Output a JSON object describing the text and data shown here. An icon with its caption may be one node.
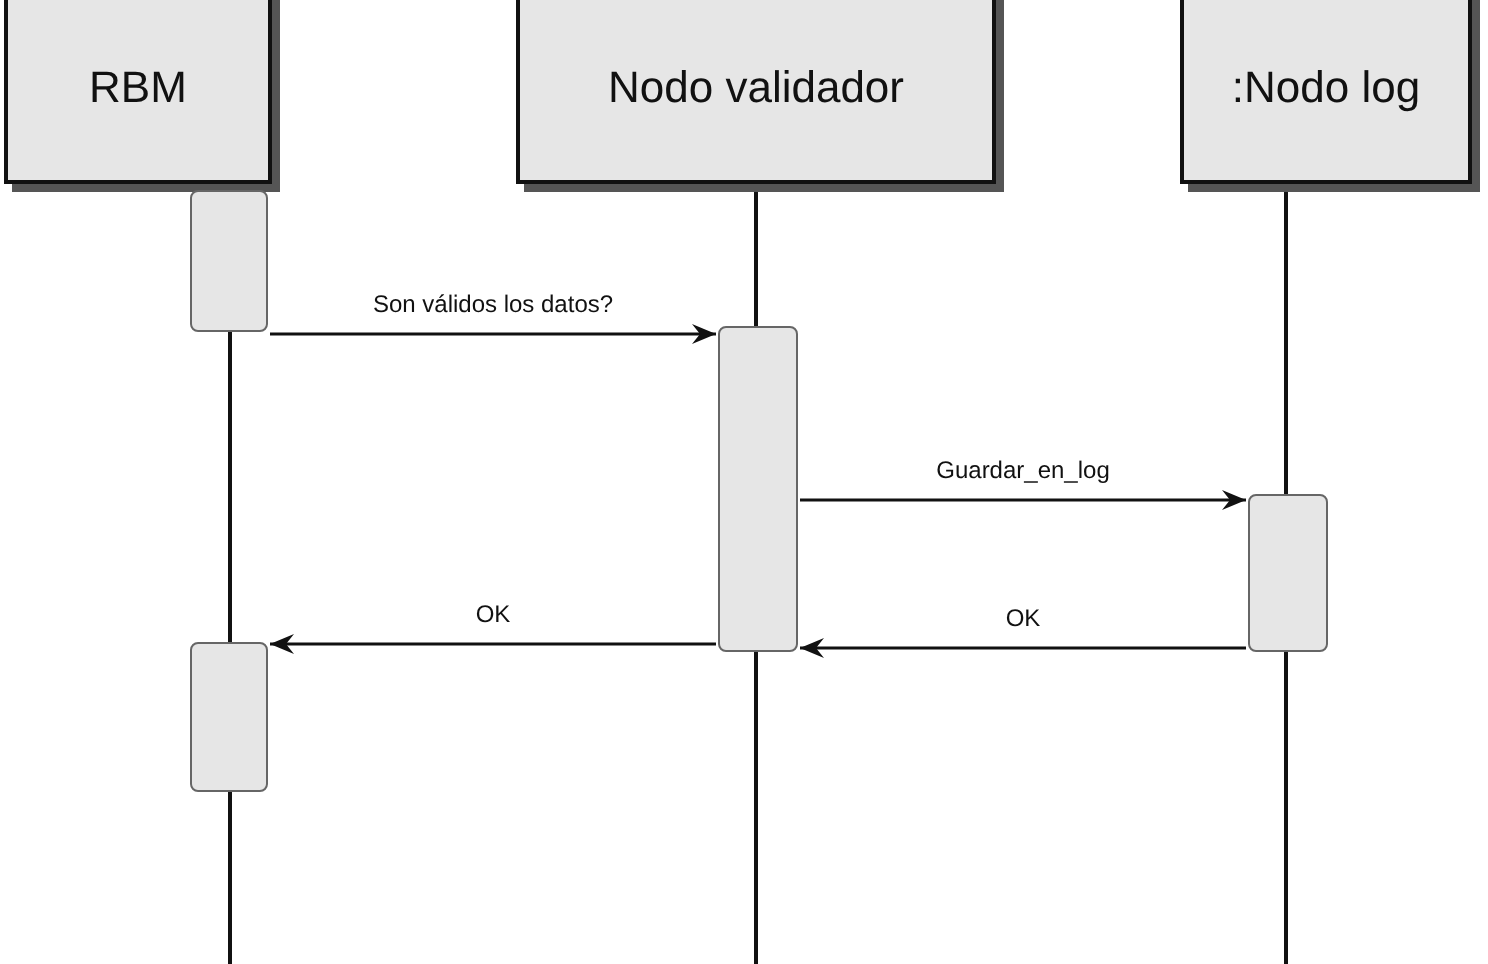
{
  "diagram": {
    "nodes": [
      {
        "text": [
          "RBM"
        ]
      },
      {
        "text": [
          "Nodo validador"
        ]
      },
      {
        "text": [
          ":Nodo log"
        ]
      },
      {
        "text": [],
        "shape": "bar"
      },
      {
        "text": [],
        "shape": "bar"
      },
      {
        "text": [],
        "shape": "bar"
      },
      {
        "text": [],
        "shape": "bar"
      }
    ],
    "edges": [
      {
        "from": 3,
        "to": 4,
        "arrow": "to",
        "label": "Son válidos los datos?"
      },
      {
        "from": 4,
        "to": 5,
        "arrow": "to",
        "label": "Guardar_en_log"
      },
      {
        "from": 4,
        "to": 6,
        "arrow": "to",
        "label": "OK"
      },
      {
        "from": 5,
        "to": 4,
        "arrow": "to",
        "label": "OK"
      }
    ]
  }
}
